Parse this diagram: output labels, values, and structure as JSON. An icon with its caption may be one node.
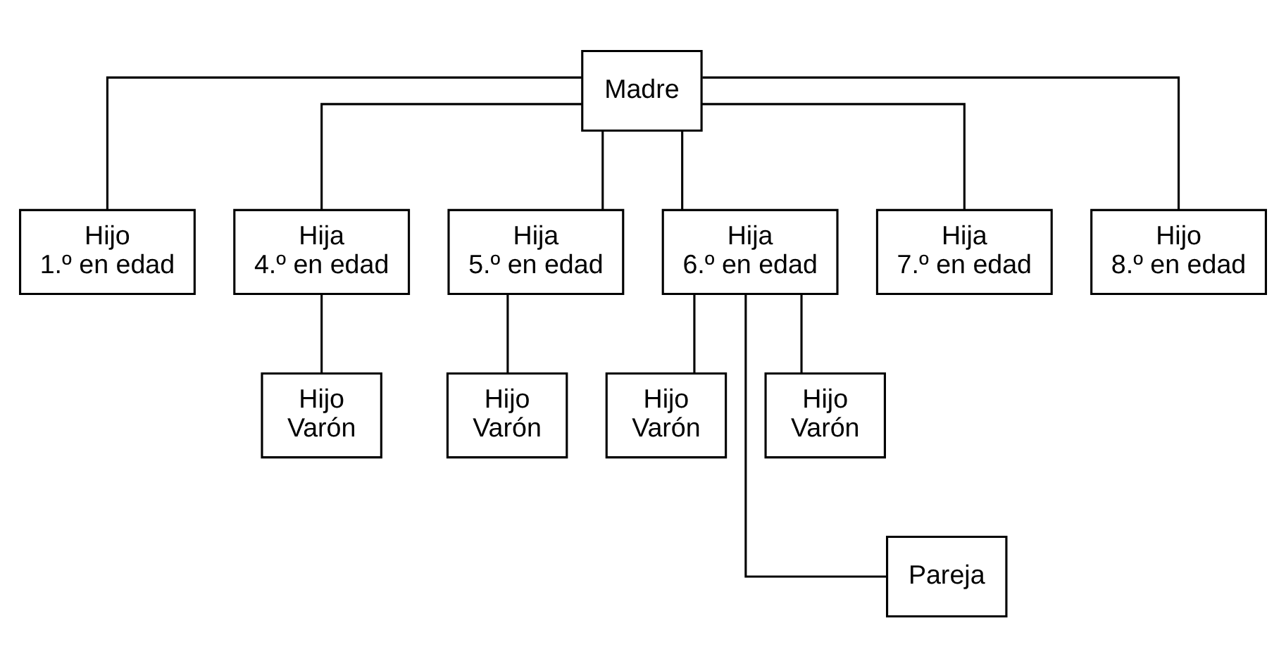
{
  "diagram": {
    "nodes": [
      {
        "text": [
          "Madre"
        ]
      },
      {
        "text": [
          "Hijo 1.º en edad"
        ]
      },
      {
        "text": [
          "Hija 4.º en edad"
        ]
      },
      {
        "text": [
          "Hija 5.º en edad"
        ]
      },
      {
        "text": [
          "Hija 6.º en edad"
        ]
      },
      {
        "text": [
          "Hija 7.º en edad"
        ]
      },
      {
        "text": [
          "Hijo 8.º en edad"
        ]
      },
      {
        "text": [
          "Hijo Varón"
        ]
      },
      {
        "text": [
          "Hijo Varón"
        ]
      },
      {
        "text": [
          "Hijo Varón"
        ]
      },
      {
        "text": [
          "Hijo Varón"
        ]
      },
      {
        "text": [
          "Pareja"
        ]
      }
    ],
    "edges": [
      {
        "from": 0,
        "to": 1,
        "arrow": "none"
      },
      {
        "from": 0,
        "to": 2,
        "arrow": "none"
      },
      {
        "from": 0,
        "to": 3,
        "arrow": "none"
      },
      {
        "from": 0,
        "to": 4,
        "arrow": "none"
      },
      {
        "from": 0,
        "to": 5,
        "arrow": "none"
      },
      {
        "from": 0,
        "to": 6,
        "arrow": "none"
      },
      {
        "from": 2,
        "to": 7,
        "arrow": "none"
      },
      {
        "from": 3,
        "to": 8,
        "arrow": "none"
      },
      {
        "from": 4,
        "to": 9,
        "arrow": "none"
      },
      {
        "from": 4,
        "to": 10,
        "arrow": "none"
      },
      {
        "from": 4,
        "to": 11,
        "arrow": "none"
      }
    ]
  }
}
